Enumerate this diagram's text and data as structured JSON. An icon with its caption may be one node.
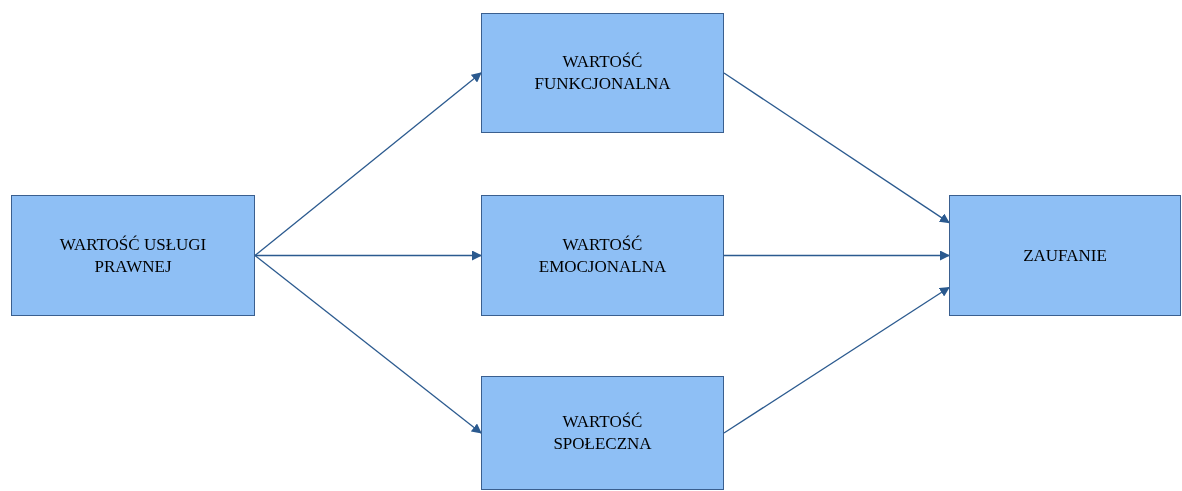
{
  "diagram": {
    "nodes": [
      {
        "text": [
          "WARTOŚĆ USŁUGI PRAWNEJ"
        ]
      },
      {
        "text": [
          "WARTOŚĆ FUNKCJONALNA"
        ]
      },
      {
        "text": [
          "WARTOŚĆ EMOCJONALNA"
        ]
      },
      {
        "text": [
          "WARTOŚĆ SPOŁECZNA"
        ]
      },
      {
        "text": [
          "ZAUFANIE"
        ]
      }
    ],
    "edges": [
      {
        "from": 0,
        "to": 1,
        "arrow": "to"
      },
      {
        "from": 0,
        "to": 2,
        "arrow": "to"
      },
      {
        "from": 0,
        "to": 3,
        "arrow": "to"
      },
      {
        "from": 1,
        "to": 4,
        "arrow": "to"
      },
      {
        "from": 2,
        "to": 4,
        "arrow": "to"
      },
      {
        "from": 3,
        "to": 4,
        "arrow": "to"
      }
    ]
  }
}
